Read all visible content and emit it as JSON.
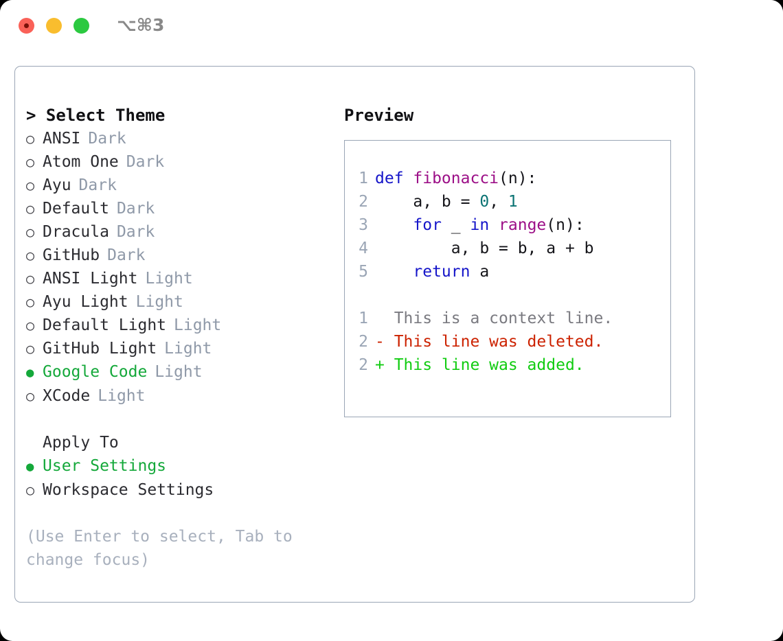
{
  "titlebar": {
    "shortcut": "⌥⌘3",
    "buttons": [
      "close",
      "minimize",
      "zoom"
    ]
  },
  "left": {
    "heading": "> Select Theme",
    "themes": [
      {
        "marker": "○",
        "name": "ANSI",
        "badge": "Dark",
        "selected": false
      },
      {
        "marker": "○",
        "name": "Atom One",
        "badge": "Dark",
        "selected": false
      },
      {
        "marker": "○",
        "name": "Ayu",
        "badge": "Dark",
        "selected": false
      },
      {
        "marker": "○",
        "name": "Default",
        "badge": "Dark",
        "selected": false
      },
      {
        "marker": "○",
        "name": "Dracula",
        "badge": "Dark",
        "selected": false
      },
      {
        "marker": "○",
        "name": "GitHub",
        "badge": "Dark",
        "selected": false
      },
      {
        "marker": "○",
        "name": "ANSI Light",
        "badge": "Light",
        "selected": false
      },
      {
        "marker": "○",
        "name": "Ayu Light",
        "badge": "Light",
        "selected": false
      },
      {
        "marker": "○",
        "name": "Default Light",
        "badge": "Light",
        "selected": false
      },
      {
        "marker": "○",
        "name": "GitHub Light",
        "badge": "Light",
        "selected": false
      },
      {
        "marker": "●",
        "name": "Google Code",
        "badge": "Light",
        "selected": true
      },
      {
        "marker": "○",
        "name": "XCode",
        "badge": "Light",
        "selected": false
      }
    ],
    "apply_to": {
      "heading": "Apply To",
      "options": [
        {
          "marker": "●",
          "name": "User Settings",
          "selected": true
        },
        {
          "marker": "○",
          "name": "Workspace Settings",
          "selected": false
        }
      ]
    },
    "hint": "(Use Enter to select, Tab to change focus)"
  },
  "right": {
    "heading": "Preview",
    "code_lines": [
      {
        "n": "1",
        "tokens": [
          {
            "t": "def ",
            "c": "kw"
          },
          {
            "t": "fibonacci",
            "c": "fn"
          },
          {
            "t": "(n):",
            "c": "pl"
          }
        ]
      },
      {
        "n": "2",
        "tokens": [
          {
            "t": "    a, b = ",
            "c": "pl"
          },
          {
            "t": "0",
            "c": "num"
          },
          {
            "t": ", ",
            "c": "pl"
          },
          {
            "t": "1",
            "c": "num"
          }
        ]
      },
      {
        "n": "3",
        "tokens": [
          {
            "t": "    ",
            "c": "pl"
          },
          {
            "t": "for",
            "c": "kw"
          },
          {
            "t": " _ ",
            "c": "pl"
          },
          {
            "t": "in",
            "c": "kw"
          },
          {
            "t": " ",
            "c": "pl"
          },
          {
            "t": "range",
            "c": "fn"
          },
          {
            "t": "(n):",
            "c": "pl"
          }
        ]
      },
      {
        "n": "4",
        "tokens": [
          {
            "t": "        a, b = b, a + b",
            "c": "pl"
          }
        ]
      },
      {
        "n": "5",
        "tokens": [
          {
            "t": "    ",
            "c": "pl"
          },
          {
            "t": "return",
            "c": "kw"
          },
          {
            "t": " a",
            "c": "pl"
          }
        ]
      }
    ],
    "diff_lines": [
      {
        "n": "1",
        "text": "  This is a context line.",
        "kind": "ctx"
      },
      {
        "n": "2",
        "text": "- This line was deleted.",
        "kind": "del"
      },
      {
        "n": "2",
        "text": "+ This line was added.",
        "kind": "add"
      }
    ]
  },
  "colors": {
    "accent_green": "#14a83a",
    "muted": "#8f99a8",
    "border": "#9aa5b5",
    "keyword": "#1515c9",
    "function": "#9c0f87",
    "number": "#0b7373",
    "diff_delete": "#cc2200",
    "diff_add": "#11cc11"
  }
}
